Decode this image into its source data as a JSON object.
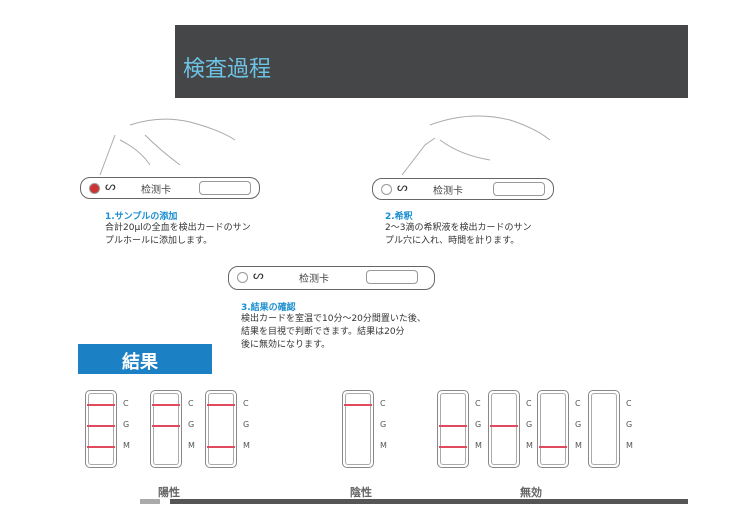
{
  "header": {
    "title": "検査過程"
  },
  "card_label": "检测卡",
  "steps": [
    {
      "title": "1.サンプルの添加",
      "lines": [
        "合計20µlの全血を検出カードのサン",
        "プルホールに添加します。"
      ]
    },
    {
      "title": "2.希釈",
      "lines": [
        "2～3滴の希釈液を検出カードのサン",
        "プル穴に入れ、時間を計ります。"
      ]
    },
    {
      "title": "3.結果の確認",
      "lines": [
        "検出カードを室温で10分～20分間置いた後、",
        "結果を目視で判断できます。結果は20分",
        "後に無効になります。"
      ]
    }
  ],
  "results": {
    "title": "結果",
    "line_labels": [
      "C",
      "G",
      "M"
    ],
    "categories": [
      {
        "label": "陽性",
        "strips": [
          [
            true,
            true,
            true
          ],
          [
            true,
            true,
            false
          ],
          [
            true,
            false,
            true
          ]
        ]
      },
      {
        "label": "陰性",
        "strips": [
          [
            true,
            false,
            false
          ]
        ]
      },
      {
        "label": "無効",
        "strips": [
          [
            false,
            true,
            true
          ],
          [
            false,
            true,
            false
          ],
          [
            false,
            false,
            true
          ],
          [
            false,
            false,
            false
          ]
        ]
      }
    ]
  },
  "colors": {
    "header_bg": "#454647",
    "title": "#6cc3e3",
    "accent": "#1c80c4",
    "test_line": "#e04a5e"
  }
}
